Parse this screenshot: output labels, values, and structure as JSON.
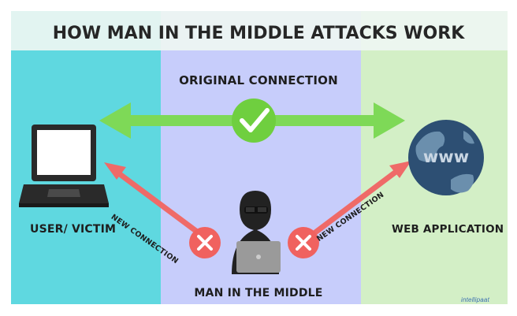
{
  "title": "HOW MAN IN THE MIDDLE ATTACKS WORK",
  "labels": {
    "original_connection": "ORIGINAL CONNECTION",
    "user_victim": "USER/ VICTIM",
    "web_application": "WEB APPLICATION",
    "man_in_the_middle": "MAN IN THE MIDDLE",
    "new_connection_left": "NEW CONNECTION",
    "new_connection_right": "NEW CONNECTION",
    "globe_text": "www",
    "brand": "intellipaat"
  },
  "colors": {
    "panel_left": "#5fd8e0",
    "panel_middle": "#c7cdfb",
    "panel_right": "#d3efc6",
    "title_bar": "#eef6f2",
    "original_connection": "#7ed957",
    "new_connection": "#ef6a68",
    "check_circle": "#6fcf3f",
    "x_circle": "#f0625f",
    "globe_ocean": "#2d4f73",
    "globe_land": "#6b8fad",
    "hacker": "#222222",
    "laptop": "#2a2a2a"
  },
  "icons": {
    "user": "laptop-icon",
    "server": "globe-icon",
    "attacker": "hacker-icon",
    "ok": "checkmark-icon",
    "blocked": "x-icon"
  }
}
